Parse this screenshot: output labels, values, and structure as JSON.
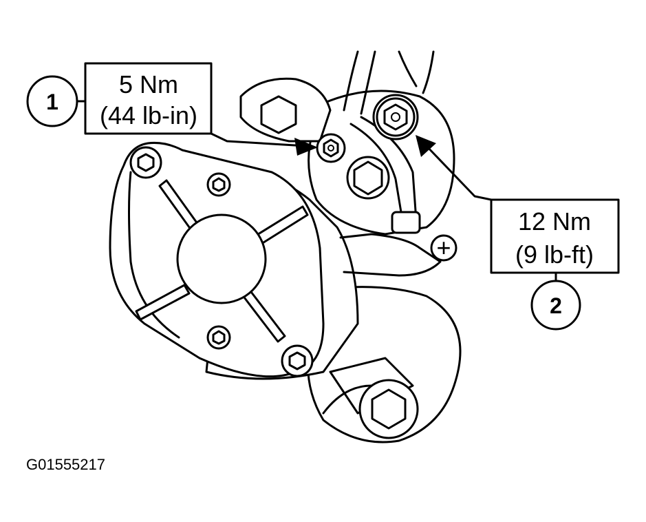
{
  "callouts": [
    {
      "number": "1",
      "value": "5 Nm",
      "imperial": "(44 lb-in)"
    },
    {
      "number": "2",
      "value": "12 Nm",
      "imperial": "(9 lb-ft)"
    }
  ],
  "terminal_symbol": "+",
  "figure_id": "G01555217"
}
